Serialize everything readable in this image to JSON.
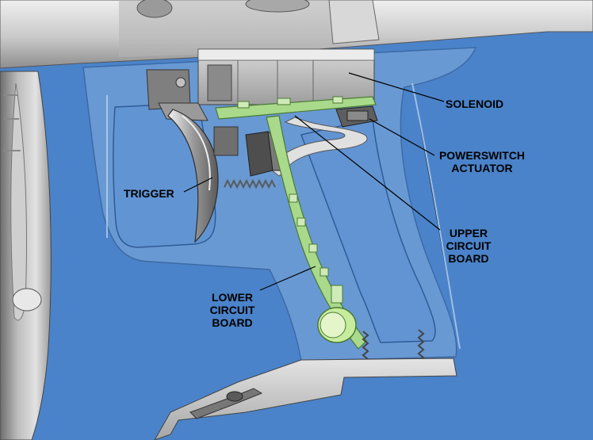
{
  "labels": {
    "solenoid": [
      "SOLENOID"
    ],
    "powerswitch_actuator": [
      "POWERSWITCH",
      "ACTUATOR"
    ],
    "trigger": [
      "TRIGGER"
    ],
    "upper_circuit_board": [
      "UPPER",
      "CIRCUIT",
      "BOARD"
    ],
    "lower_circuit_board": [
      "LOWER",
      "CIRCUIT",
      "BOARD"
    ]
  },
  "colors": {
    "background": "#4a83c9",
    "housing_gray": "#c8c8c8",
    "frame_translucent": "#7fa6d9",
    "circuit_board": "#a9d98a",
    "label_text": "#000000"
  }
}
